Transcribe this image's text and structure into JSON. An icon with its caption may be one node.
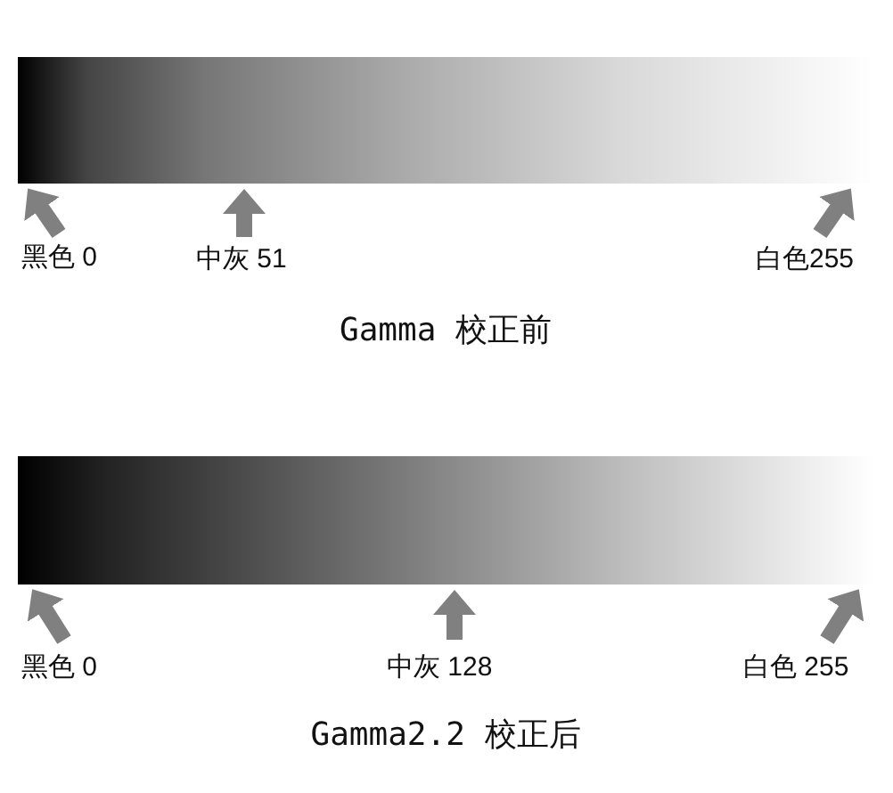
{
  "diagram": {
    "nodes": [
      {
        "text": [],
        "shape": "bar"
      },
      {
        "text": [
          "黑色 0"
        ]
      },
      {
        "text": [
          "中灰 51"
        ]
      },
      {
        "text": [
          "白色255"
        ]
      },
      {
        "text": [],
        "shape": "bar"
      },
      {
        "text": [
          "黑色 0"
        ]
      },
      {
        "text": [
          "中灰 128"
        ]
      },
      {
        "text": [
          "白色 255"
        ]
      }
    ],
    "edges": [
      {
        "from": 1,
        "to": 0,
        "arrow": "to"
      },
      {
        "from": 2,
        "to": 0,
        "arrow": "to"
      },
      {
        "from": 3,
        "to": 0,
        "arrow": "to"
      },
      {
        "from": 5,
        "to": 4,
        "arrow": "to"
      },
      {
        "from": 6,
        "to": 4,
        "arrow": "to"
      },
      {
        "from": 7,
        "to": 4,
        "arrow": "to"
      }
    ],
    "labels": [
      "Gamma 校正前",
      "Gamma2.2 校正后"
    ]
  }
}
